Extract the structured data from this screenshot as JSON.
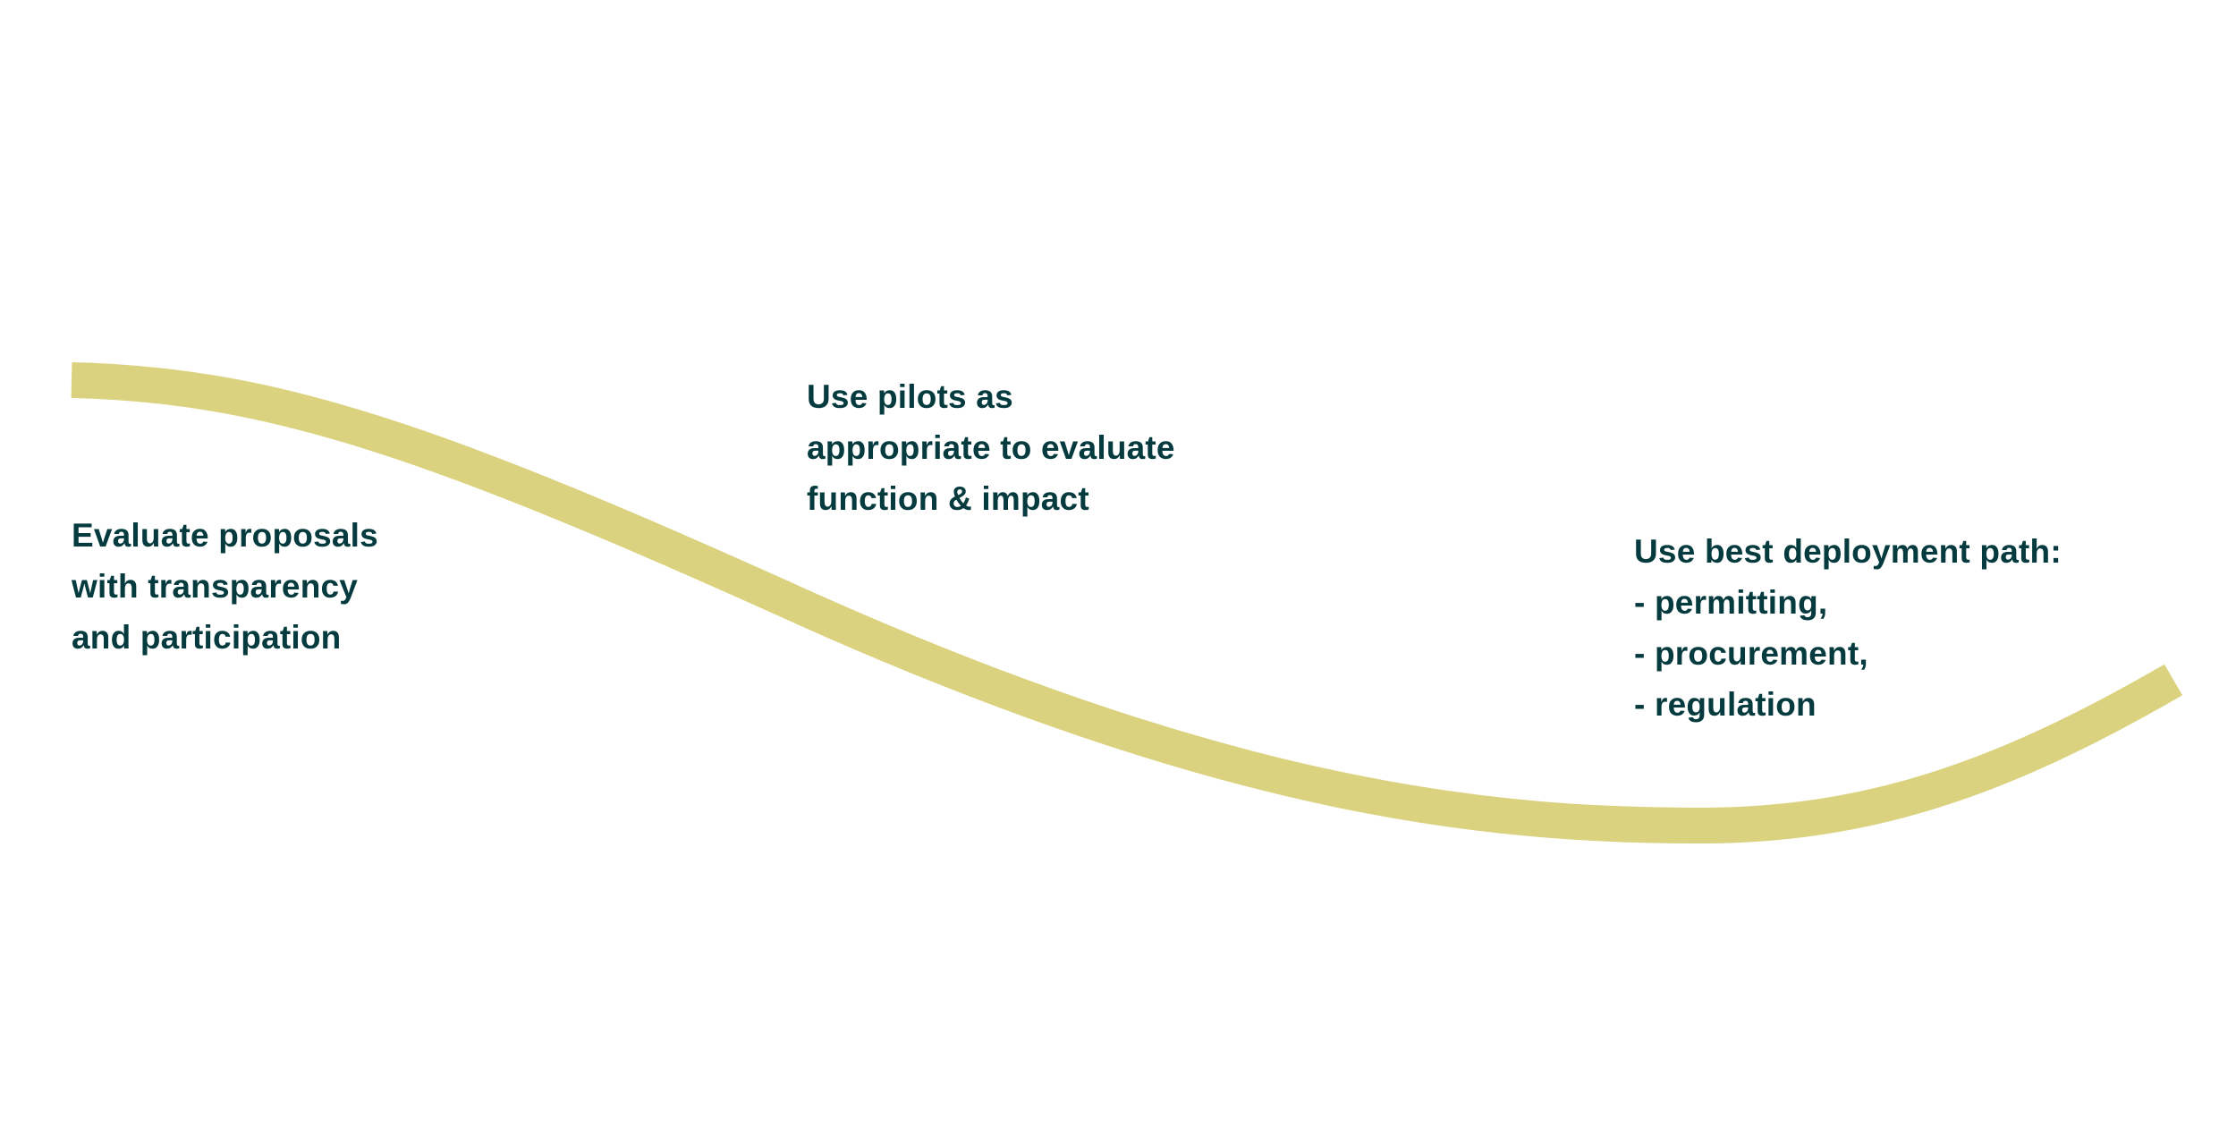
{
  "colors": {
    "background": "#ffffff",
    "wave": "#dbd27f",
    "text": "#053b3e"
  },
  "steps": [
    {
      "lines": [
        "Evaluate proposals",
        "with transparency",
        "and participation"
      ]
    },
    {
      "lines": [
        "Use pilots as",
        "appropriate to evaluate",
        "function & impact"
      ]
    },
    {
      "lines": [
        "Use best deployment path:",
        "- permitting,",
        "- procurement,",
        "- regulation"
      ]
    }
  ]
}
